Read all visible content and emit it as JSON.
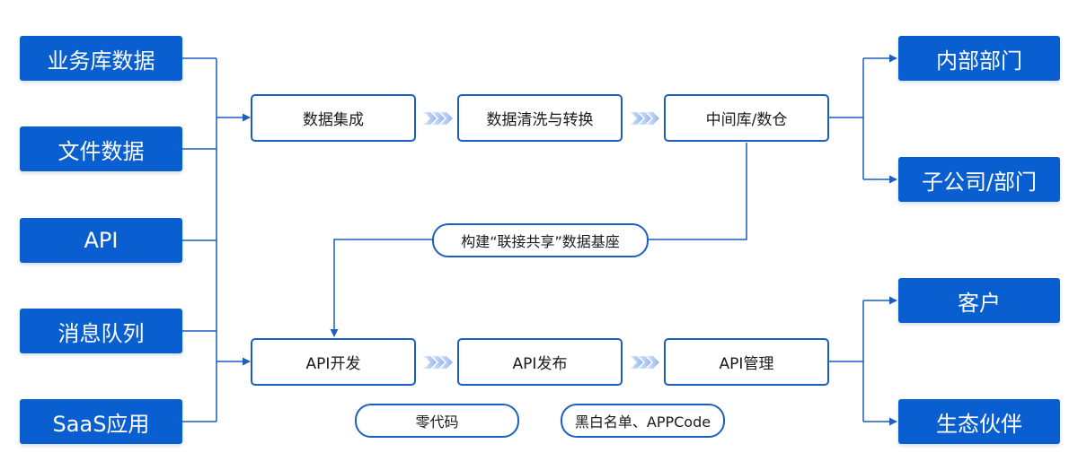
{
  "colors": {
    "brand_blue": "#0a5fd0",
    "line_blue": "#1c5fc1",
    "arrow_light": "#bcd2f5"
  },
  "sources": [
    "业务库数据",
    "文件数据",
    "API",
    "消息队列",
    "SaaS应用"
  ],
  "pipeline": {
    "integrate": "数据集成",
    "cleanse": "数据清洗与转换",
    "warehouse": "中间库/数仓"
  },
  "foundation": "构建“联接共享”数据基座",
  "api_flow": {
    "develop": "API开发",
    "publish": "API发布",
    "manage": "API管理"
  },
  "features": {
    "zero_code": "零代码",
    "access_control": "黑白名单、APPCode"
  },
  "targets_top": [
    "内部部门",
    "子公司/部门"
  ],
  "targets_bottom": [
    "客户",
    "生态伙伴"
  ]
}
